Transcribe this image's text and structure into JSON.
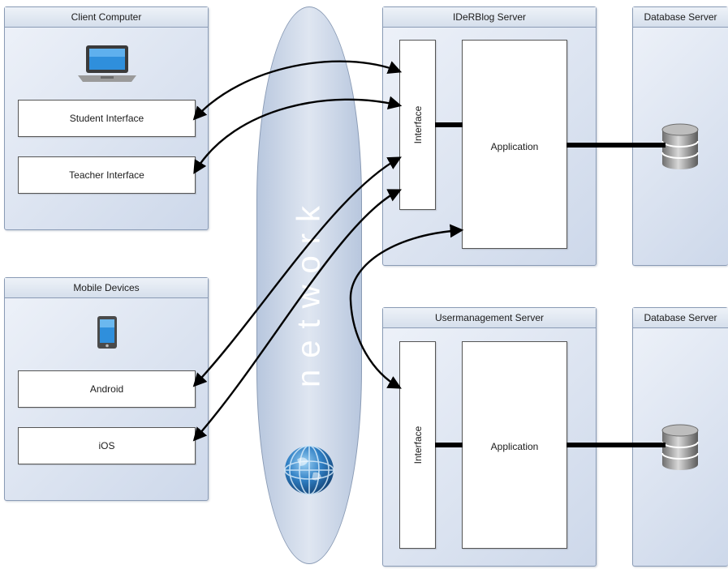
{
  "client_computer": {
    "title": "Client Computer",
    "icon": "laptop-icon",
    "items": [
      "Student Interface",
      "Teacher Interface"
    ]
  },
  "mobile_devices": {
    "title": "Mobile Devices",
    "icon": "tablet-icon",
    "items": [
      "Android",
      "iOS"
    ]
  },
  "network": {
    "label": "network",
    "icon": "globe-icon"
  },
  "iderblog_server": {
    "title": "IDeRBlog Server",
    "interface_label": "Interface",
    "application_label": "Application"
  },
  "usermanagement_server": {
    "title": "Usermanagement Server",
    "interface_label": "Interface",
    "application_label": "Application"
  },
  "database_servers": [
    {
      "title": "Database Server",
      "icon": "database-icon"
    },
    {
      "title": "Database Server",
      "icon": "database-icon"
    }
  ],
  "colors": {
    "panel_border": "#8a9bb5",
    "panel_fill": "#dce4f0",
    "network_fill": "#c9d5e8",
    "arrow": "#000000"
  }
}
